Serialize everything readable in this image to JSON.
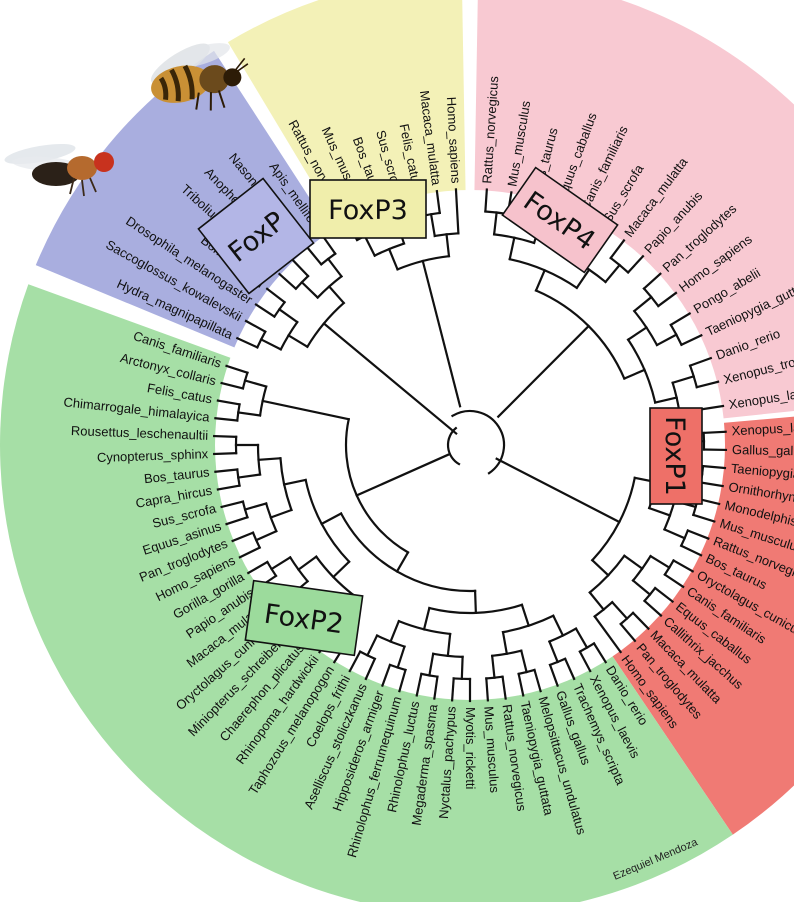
{
  "clades": [
    {
      "key": "foxp",
      "label": "FoxP",
      "color": "#a9aedf",
      "box": "#b3b6e6",
      "taxa": [
        "Hydra_magnipapillata",
        "Saccoglossus_kowalevskii",
        "Drosophila_melanogaster",
        "Bombix_mori",
        "Tribolium_castaneum",
        "Anopheles_gambiae",
        "Nasonia_vitripennis",
        "Apis_mellifera"
      ]
    },
    {
      "key": "foxp3",
      "label": "FoxP3",
      "color": "#f3f1b7",
      "box": "#f0eeab",
      "taxa": [
        "Rattus_norvegicus",
        "Mus_musculus",
        "Bos_taurus",
        "Sus_scrofa",
        "Felis_catus",
        "Macaca_mulatta",
        "Homo_sapiens"
      ]
    },
    {
      "key": "foxp4",
      "label": "FoxP4",
      "color": "#f8c9d2",
      "box": "#f6c2cc",
      "taxa": [
        "Rattus_norvegicus",
        "Mus_musculus",
        "Bos_taurus",
        "Equus_caballus",
        "Canis_familiaris",
        "Sus_scrofa",
        "Macaca_mulatta",
        "Papio_anubis",
        "Pan_troglodytes",
        "Homo_sapiens",
        "Pongo_abelii",
        "Taeniopygia_guttata",
        "Danio_rerio",
        "Xenopus_tropicalis",
        "Xenopus_laevis"
      ]
    },
    {
      "key": "foxp1",
      "label": "FoxP1",
      "color": "#f07a74",
      "box": "#ee7068",
      "taxa": [
        "Xenopus_laevis",
        "Gallus_gallus",
        "Taeniopygia_guttata",
        "Ornithorhynchus_anatinus",
        "Monodelphis_domestica",
        "Mus_musculus",
        "Rattus_norvegicus",
        "Bos_taurus",
        "Oryctolagus_cuniculus",
        "Canis_familiaris",
        "Equus_caballus",
        "Callithrix_jacchus",
        "Macaca_mulatta",
        "Pan_troglodytes",
        "Homo_sapiens"
      ]
    },
    {
      "key": "foxp2",
      "label": "FoxP2",
      "color": "#a6dfa6",
      "box": "#9cdb9c",
      "taxa": [
        "Danio_rerio",
        "Xenopus_laevis",
        "Trachemys_scripta",
        "Gallus_gallus",
        "Melopsittacus_undulatus",
        "Taeniopygia_guttata",
        "Rattus_norvegicus",
        "Mus_musculus",
        "Myotis_ricketti",
        "Nyctalus_pachypus",
        "Megaderma_spasma",
        "Rhinolophus_luctus",
        "Rhinolophus_ferrumequinum",
        "Hipposideros_armiger",
        "Aselliscus_stoliczkanus",
        "Coelops_frithi",
        "Taphozous_melanopogon",
        "Rhinopoma_hardwickii",
        "Chaerephon_plicatus",
        "Miniopterus_schreibersii",
        "Oryctolagus_cuniculus",
        "Macaca_mulatta",
        "Papio_anubis",
        "Gorilla_gorilla",
        "Homo_sapiens",
        "Pan_troglodytes",
        "Equus_asinus",
        "Sus_scrofa",
        "Capra_hircus",
        "Bos_taurus",
        "Cynopterus_sphinx",
        "Rousettus_leschenaultii",
        "Chimarrogale_himalayica",
        "Felis_catus",
        "Arctonyx_collaris",
        "Canis_familiaris"
      ]
    }
  ],
  "credit": "Ezequiel Mendoza",
  "decorations": [
    "bee-illustration",
    "fruit-fly-illustration"
  ]
}
